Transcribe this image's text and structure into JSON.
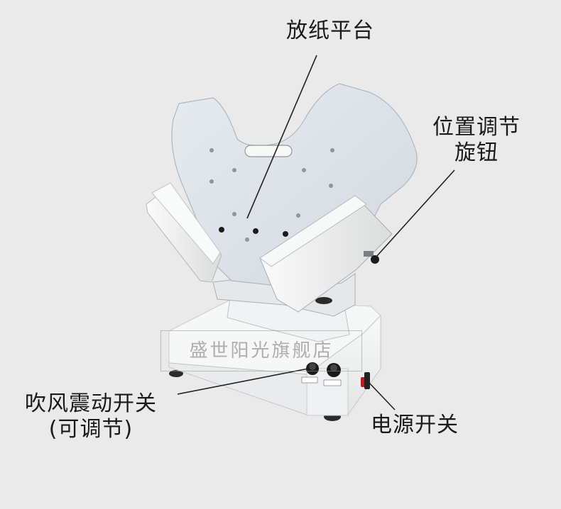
{
  "labels": {
    "platform": "放纸平台",
    "knob_line1": "位置调节",
    "knob_line2": "旋钮",
    "blow_line1": "吹风震动开关",
    "blow_line2": "(可调节)",
    "power": "电源开关"
  },
  "watermark": "盛世阳光旗舰店",
  "colors": {
    "background": "#eaeaea",
    "machine_body": "#f3f4f5",
    "platform": "#dde3e8",
    "knob": "#1b1b1b",
    "power_switch": "#c01a1a"
  }
}
